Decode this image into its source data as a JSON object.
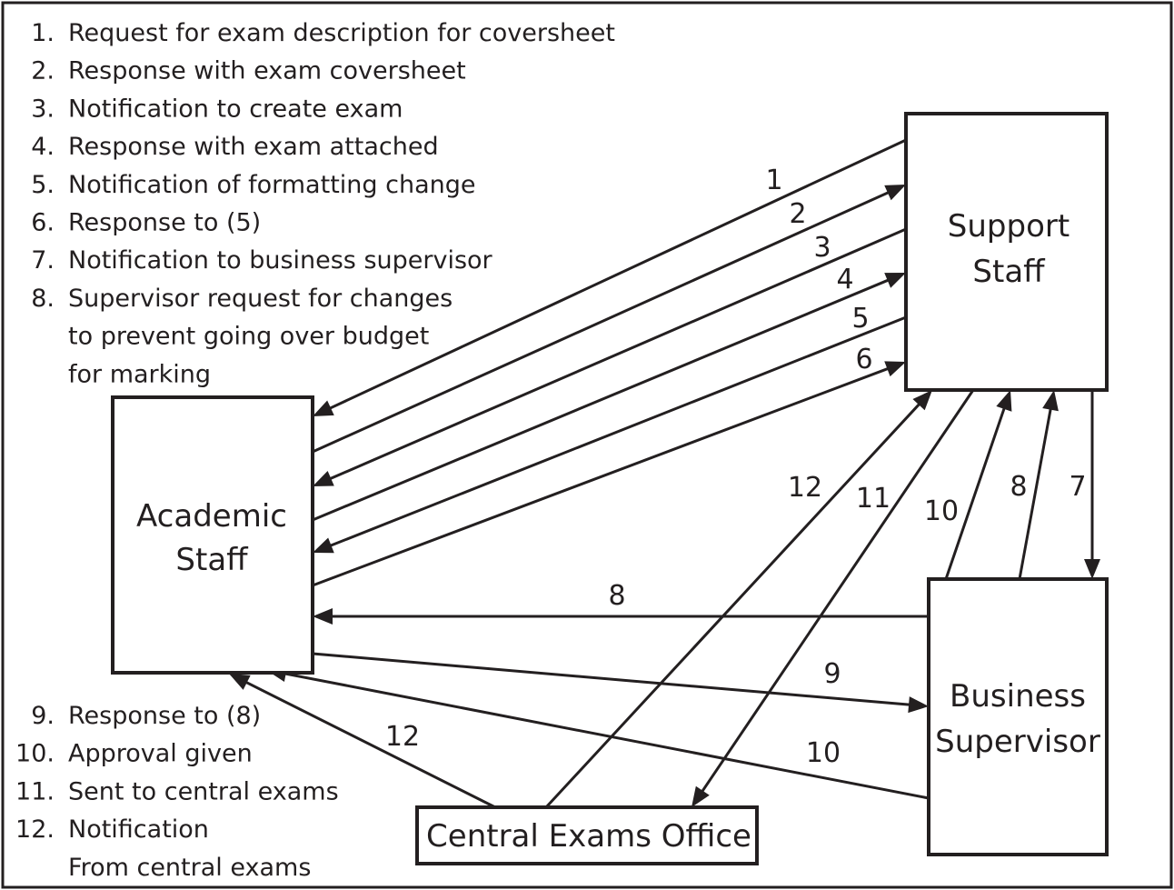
{
  "legend_top": [
    {
      "num": "1.",
      "lines": [
        "Request for exam description for coversheet"
      ]
    },
    {
      "num": "2.",
      "lines": [
        "Response with exam coversheet"
      ]
    },
    {
      "num": "3.",
      "lines": [
        "Notification to create exam"
      ]
    },
    {
      "num": "4.",
      "lines": [
        "Response with exam attached"
      ]
    },
    {
      "num": "5.",
      "lines": [
        "Notification of formatting change"
      ]
    },
    {
      "num": "6.",
      "lines": [
        "Response to (5)"
      ]
    },
    {
      "num": "7.",
      "lines": [
        "Notification to business supervisor"
      ]
    },
    {
      "num": "8.",
      "lines": [
        "Supervisor request for changes",
        "to prevent going over budget",
        "for marking"
      ]
    }
  ],
  "legend_bottom": [
    {
      "num": "9.",
      "lines": [
        "Response to (8)"
      ]
    },
    {
      "num": "10.",
      "lines": [
        "Approval given"
      ]
    },
    {
      "num": "11.",
      "lines": [
        "Sent to central exams"
      ]
    },
    {
      "num": "12.",
      "lines": [
        "Notification",
        "From central exams"
      ]
    }
  ],
  "nodes": {
    "academic": [
      "Academic",
      "Staff"
    ],
    "support": [
      "Support",
      "Staff"
    ],
    "business": [
      "Business",
      "Supervisor"
    ],
    "central": [
      "Central Exams Office"
    ]
  },
  "edges": [
    {
      "id": "e1",
      "label": "1",
      "from": "Support Staff",
      "to": "Academic Staff"
    },
    {
      "id": "e2",
      "label": "2",
      "from": "Academic Staff",
      "to": "Support Staff"
    },
    {
      "id": "e3",
      "label": "3",
      "from": "Support Staff",
      "to": "Academic Staff"
    },
    {
      "id": "e4",
      "label": "4",
      "from": "Academic Staff",
      "to": "Support Staff"
    },
    {
      "id": "e5",
      "label": "5",
      "from": "Support Staff",
      "to": "Academic Staff"
    },
    {
      "id": "e6",
      "label": "6",
      "from": "Academic Staff",
      "to": "Support Staff"
    },
    {
      "id": "e7",
      "label": "7",
      "from": "Support Staff",
      "to": "Business Supervisor"
    },
    {
      "id": "e8a",
      "label": "8",
      "from": "Business Supervisor",
      "to": "Support Staff"
    },
    {
      "id": "e8b",
      "label": "8",
      "from": "Business Supervisor",
      "to": "Academic Staff"
    },
    {
      "id": "e9",
      "label": "9",
      "from": "Academic Staff",
      "to": "Business Supervisor"
    },
    {
      "id": "e10a",
      "label": "10",
      "from": "Business Supervisor",
      "to": "Support Staff"
    },
    {
      "id": "e10b",
      "label": "10",
      "from": "Business Supervisor",
      "to": "Academic Staff"
    },
    {
      "id": "e11",
      "label": "11",
      "from": "Support Staff",
      "to": "Central Exams Office"
    },
    {
      "id": "e12a",
      "label": "12",
      "from": "Central Exams Office",
      "to": "Support Staff"
    },
    {
      "id": "e12b",
      "label": "12",
      "from": "Central Exams Office",
      "to": "Academic Staff"
    }
  ]
}
